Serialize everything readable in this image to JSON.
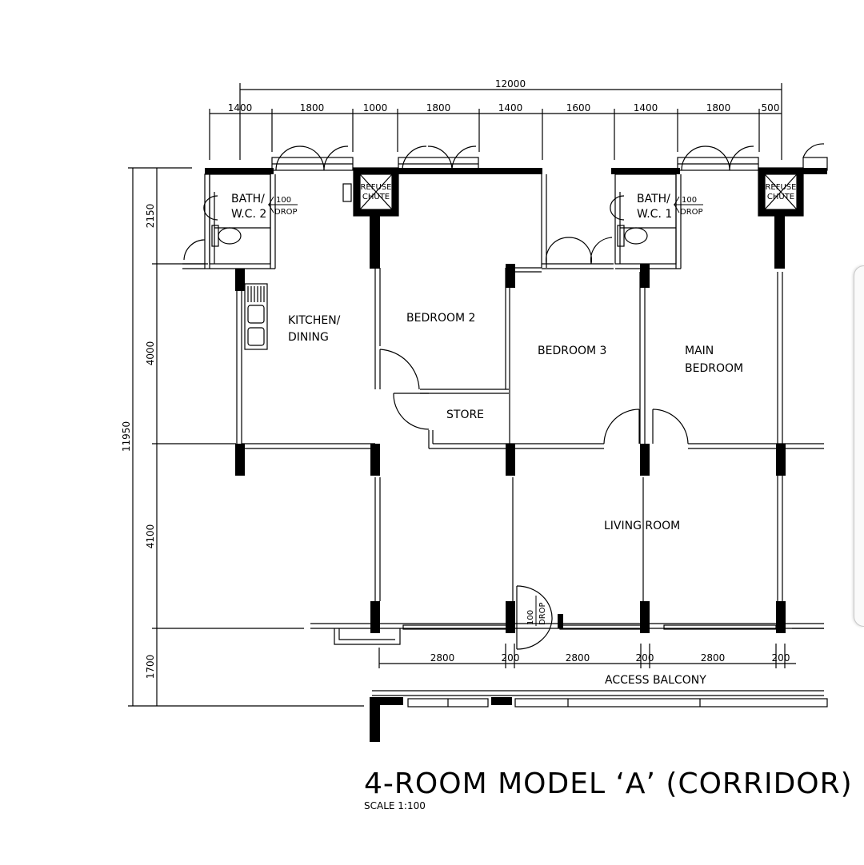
{
  "title": "4-ROOM MODEL ‘A’ (CORRIDOR)",
  "scale": "SCALE  1:100",
  "rooms": {
    "bath_wc_2": [
      "BATH/",
      "W.C. 2"
    ],
    "bath_wc_1": [
      "BATH/",
      "W.C. 1"
    ],
    "refuse_chute": [
      "REFUSE",
      "CHUTE"
    ],
    "kitchen": [
      "KITCHEN/",
      "DINING"
    ],
    "bedroom2": "BEDROOM 2",
    "bedroom3": "BEDROOM 3",
    "main_bedroom": [
      "MAIN",
      "BEDROOM"
    ],
    "store": "STORE",
    "living_room": "LIVING ROOM",
    "access_balcony": "ACCESS BALCONY"
  },
  "drop_label": [
    "100",
    "DROP"
  ],
  "dims": {
    "overall_width": "12000",
    "top": [
      "1400",
      "1800",
      "1000",
      "1800",
      "1400",
      "1600",
      "1400",
      "1800",
      "500"
    ],
    "overall_depth": "11950",
    "left": [
      "2150",
      "4000",
      "4100",
      "1700"
    ],
    "bottom": [
      "2800",
      "200",
      "2800",
      "200",
      "2800",
      "200"
    ]
  }
}
